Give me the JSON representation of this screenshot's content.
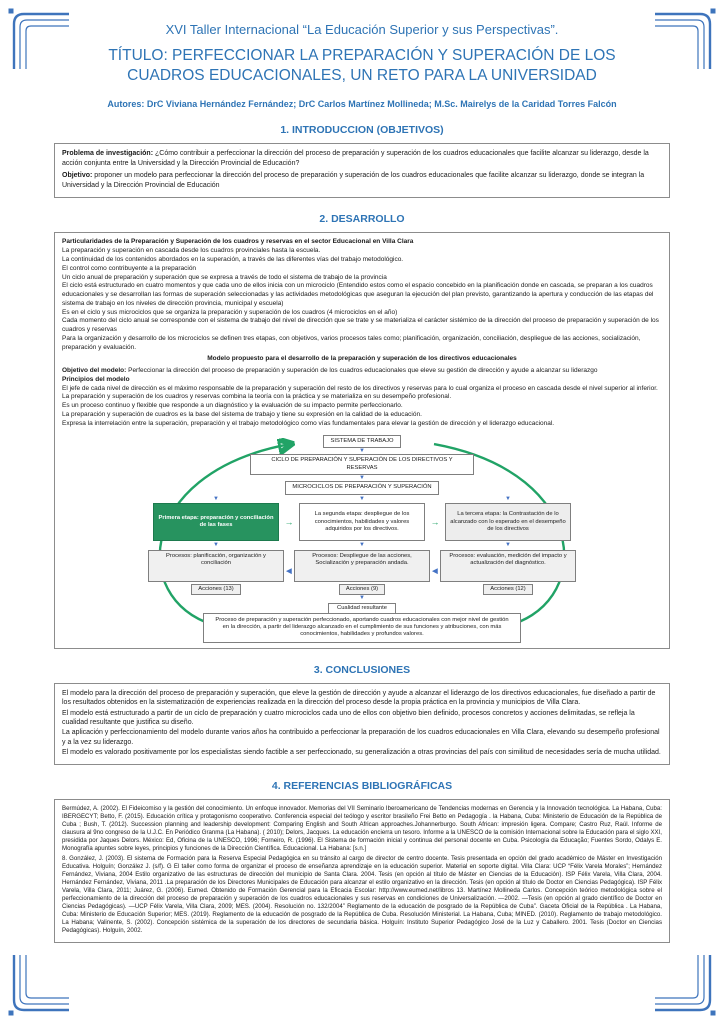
{
  "theme": {
    "heading_blue": "#2e74b5",
    "diagram_green": "#21a366",
    "arrow_blue": "#4472c4",
    "corner_blue": "#3e74bc"
  },
  "icons": {
    "arrow_down": "▼",
    "arrow_right": "→",
    "arrow_left": "◀"
  },
  "header": {
    "event": "XVI Taller Internacional “La Educación Superior y sus Perspectivas”.",
    "title": "TÍTULO: PERFECCIONAR LA PREPARACIÓN Y SUPERACIÓN DE LOS CUADROS EDUCACIONALES, UN RETO PARA LA UNIVERSIDAD",
    "authors": "Autores: DrC Viviana Hernández Fernández; DrC Carlos Martínez Mollineda; M.Sc. Mairelys de la Caridad Torres Falcón"
  },
  "intro": {
    "heading": "1. INTRODUCCION (OBJETIVOS)",
    "problema_label": "Problema de investigación:",
    "problema_text": "¿Cómo contribuir a perfeccionar la dirección del proceso de preparación y superación de los cuadros educacionales que facilite alcanzar su liderazgo, desde la acción conjunta entre la Universidad y la Dirección Provincial de Educación?",
    "objetivo_label": "Objetivo:",
    "objetivo_text": "proponer un modelo para perfeccionar la dirección del proceso de preparación y superación de los cuadros educacionales que facilite alcanzar su liderazgo, donde se integran la Universidad y la Dirección Provincial de Educación"
  },
  "desarrollo": {
    "heading": "2. DESARROLLO",
    "particularidades_title": "Particularidades de la Preparación y Superación de los cuadros y reservas en el sector Educacional en Villa Clara",
    "p": [
      "La preparación y superación en cascada desde los cuadros provinciales hasta la escuela.",
      "La continuidad de los contenidos abordados en la superación, a través de las diferentes vías del trabajo metodológico.",
      "El control como contribuyente a la preparación",
      "Un ciclo anual de preparación y superación que se expresa a través de todo el sistema de trabajo de la provincia",
      "El ciclo está estructurado en cuatro momentos y que cada uno de ellos inicia con un microciclo (Entendido estos como el espacio concebido en la planificación donde en cascada, se preparan a los cuadros educacionales y se desarrollan las formas de superación seleccionadas y las actividades metodológicas que aseguran la ejecución del plan previsto, garantizando la apertura y conducción de las etapas del sistema de trabajo en los niveles de dirección provincia, municipal y escuela)",
      "Es en el ciclo y sus microciclos que se organiza la preparación y superación de los cuadros (4 microciclos en el año)",
      "Cada momento del ciclo anual se corresponde con el sistema de trabajo del nivel de dirección que se trate y se materializa el carácter sistémico de la dirección del proceso de preparación y superación de los cuadros y reservas",
      "Para la organización y desarrollo de los microciclos se definen tres etapas, con objetivos, varios procesos tales como; planificación, organización, conciliación, despliegue de las acciones, socialización, preparación y evaluación."
    ],
    "modelo_title": "Modelo propuesto para el desarrollo de la preparación y superación de los directivos educacionales",
    "objetivo_modelo_label": "Objetivo del modelo:",
    "objetivo_modelo_text": "Perfeccionar la dirección del proceso de preparación y superación de los cuadros educacionales que eleve su gestión de dirección y ayude a alcanzar su liderazgo",
    "principios_label": "Principios del modelo",
    "principios": [
      "El jefe de cada nivel de dirección es el máximo responsable de la preparación y superación del resto de los directivos y reservas para lo cual organiza el proceso en cascada desde el nivel superior al inferior.",
      "La preparación y superación de los cuadros y reservas combina la teoría con la práctica y se materializa en su desempeño profesional.",
      "Es un proceso continuo y flexible que responde a un diagnóstico y la evaluación de su impacto permite perfeccionarlo.",
      "La preparación y superación de cuadros es la base del sistema de trabajo y tiene su expresión en la calidad de la educación.",
      "Expresa la interrelación entre la superación, preparación y el trabajo metodológico como vías fundamentales para elevar la gestión de dirección y el liderazgo educacional."
    ]
  },
  "diagram": {
    "sistema": "SISTEMA DE TRABAJO",
    "ciclo": "CICLO DE PREPARACIÓN Y SUPERACIÓN DE LOS DIRECTIVOS Y RESERVAS",
    "microciclos": "MICROCICLOS DE PREPARACIÓN Y SUPERACIÓN",
    "etapas": [
      {
        "title": "Primera etapa: preparación y conciliación de las fases",
        "procesos": "Procesos: planificación, organización y conciliación",
        "acciones": "Acciones (13)"
      },
      {
        "title": "La segunda etapa: despliegue de los conocimientos, habilidades y valores adquiridos por los directivos.",
        "procesos": "Procesos: Despliegue de las acciones, Socialización y preparación andada.",
        "acciones": "Acciones (9)"
      },
      {
        "title": "La tercera etapa: la Contrastación de lo alcanzado con lo esperado en el desempeño de los directivos",
        "procesos": "Procesos: evaluación, medición del impacto y actualización del diagnóstico.",
        "acciones": "Acciones (12)"
      }
    ],
    "cualidad_label": "Cualidad resultante",
    "cualidad_text": "Proceso de preparación y superación perfeccionado, aportando cuadros educacionales con mejor nivel de gestión en la dirección, a partir del liderazgo alcanzado en el cumplimiento de sus funciones y atribuciones, con más conocimientos, habilidades y profundos valores."
  },
  "conclusiones": {
    "heading": "3. CONCLUSIONES",
    "lines": [
      "El modelo para la dirección del proceso de preparación y superación, que eleve la gestión de dirección y ayude a alcanzar el liderazgo de los directivos educacionales, fue diseñado a partir de los resultados obtenidos en la sistematización de experiencias realizada en la dirección del proceso desde la propia práctica en la provincia y municipios de Villa Clara.",
      "El modelo está estructurado a partir de un ciclo de preparación y cuatro microciclos cada uno de ellos con objetivo bien definido, procesos concretos y acciones delimitadas, se refleja la cualidad resultante que justifica su diseño.",
      "La aplicación y perfeccionamiento del modelo durante varios años ha contribuido a perfeccionar la preparación de los cuadros educacionales en Villa Clara, elevando su desempeño profesional y a la vez su liderazgo.",
      "El modelo es valorado positivamente por los especialistas siendo factible a ser perfeccionado, su generalización a otras provincias del país con similitud de necesidades sería de mucha utilidad."
    ]
  },
  "referencias": {
    "heading": "4. REFERENCIAS BIBLIOGRÁFICAS",
    "paragraphs": [
      "Bermúdez, A. (2002). El Fideicomiso y la gestión del conocimiento. Un enfoque innovador. Memorias del VII Seminario Iberoamericano de Tendencias modernas en Gerencia y la Innovación tecnológica. La Habana, Cuba: IBERGECYT; Betto, F. (2015). Educación crítica y protagonismo cooperativo. Conferencia especial del teólogo y escritor brasileño Frei Betto en Pedagogía . la Habana, Cuba: Ministerio de Educación de la República de Cuba ; Bush, T. (2012). Succession planning and leadership development: Comparing English and South African approaches.Johannerburgo. South African: impresión ligera. Compare; Castro Ruz, Raúl. Informe de clausura al 9no congreso de la U.J.C. En Periódico Granma (La Habana). ( 2010); Delors, Jacques. La educación encierra un tesoro. Informe a la UNESCO de la comisión Internacional sobre la Educación para el siglo XXI, presidida por Jaques Delors. México: Ed, Oficina de la UNESCO, 1996; Forneiro, R. (1996). El Sistema de formación inicial y continua del personal docente en Cuba. Psicología da Educação; Fuentes Sordo, Odalys E. Monografía apuntes sobre leyes, principios y funciones de la Dirección Científica. Educacional. La Habana: [s.n.]",
      "8. González, J. (2003). El sistema de Formación para la Reserva Especial Pedagógica en su tránsito al cargo de director de centro docente. Tesis presentada en opción del grado académico de Máster en Investigación Educativa. Holguín; González J. (s/f). G El taller como forma de organizar el proceso de enseñanza aprendizaje en la educación superior. Material en soporte digital. Villa Clara: UCP “Félix Varela Morales”; Hernández Fernández, Viviana, 2004 Estilo organizativo de las estructuras de dirección del municipio de Santa Clara. 2004. Tesis (en opción al título de Máster en Ciencias de la Educación). ISP Félix Varela, Villa Clara, 2004. Hernández Fernández, Viviana, 2011 .La preparación de los Directores Municipales de Educación para alcanzar el estilo organizativo en la dirección. Tesis (en opción al título de Doctor en Ciencias Pedagógica). ISP Félix Varela, Villa Clara, 2011; Juárez, G. (2006). Eumed. Obtenido de Formación Gerencial para la Eficacia Escolar: http://www.eumed.net/libros 13. Martínez Mollineda Carlos. Concepción teórico metodológica sobre el perfeccionamiento de la dirección del proceso de preparación y superación de los cuadros educacionales y sus reservas en condiciones de Universalización. —2002. —Tesis (en opción al grado científico de Doctor en Ciencias Pedagógicas). —UCP Félix Varela, Villa Clara, 2009; MES. (2004). Resolución no. 132/2004” Reglamento de la educación de posgrado de la República de Cuba”. Gaceta Oficial de la República . La Habana, Cuba: Ministerio de Educación Superior; MES. (2019). Reglamento de la educación de posgrado de la República de Cuba. Resolución Ministerial. La Habana, Cuba; MINED. (2010). Reglamento de trabajo metodológico. La Habana; Valinente, S. (2002). Concepción sistémica de la superación de los directores de secundaria básica. Holguín: Instituto Superior Pedagógico José de la Luz y Caballero. 2001. Tesis (Doctor en Ciencias Pedagógicas). Holguín, 2002."
    ]
  }
}
